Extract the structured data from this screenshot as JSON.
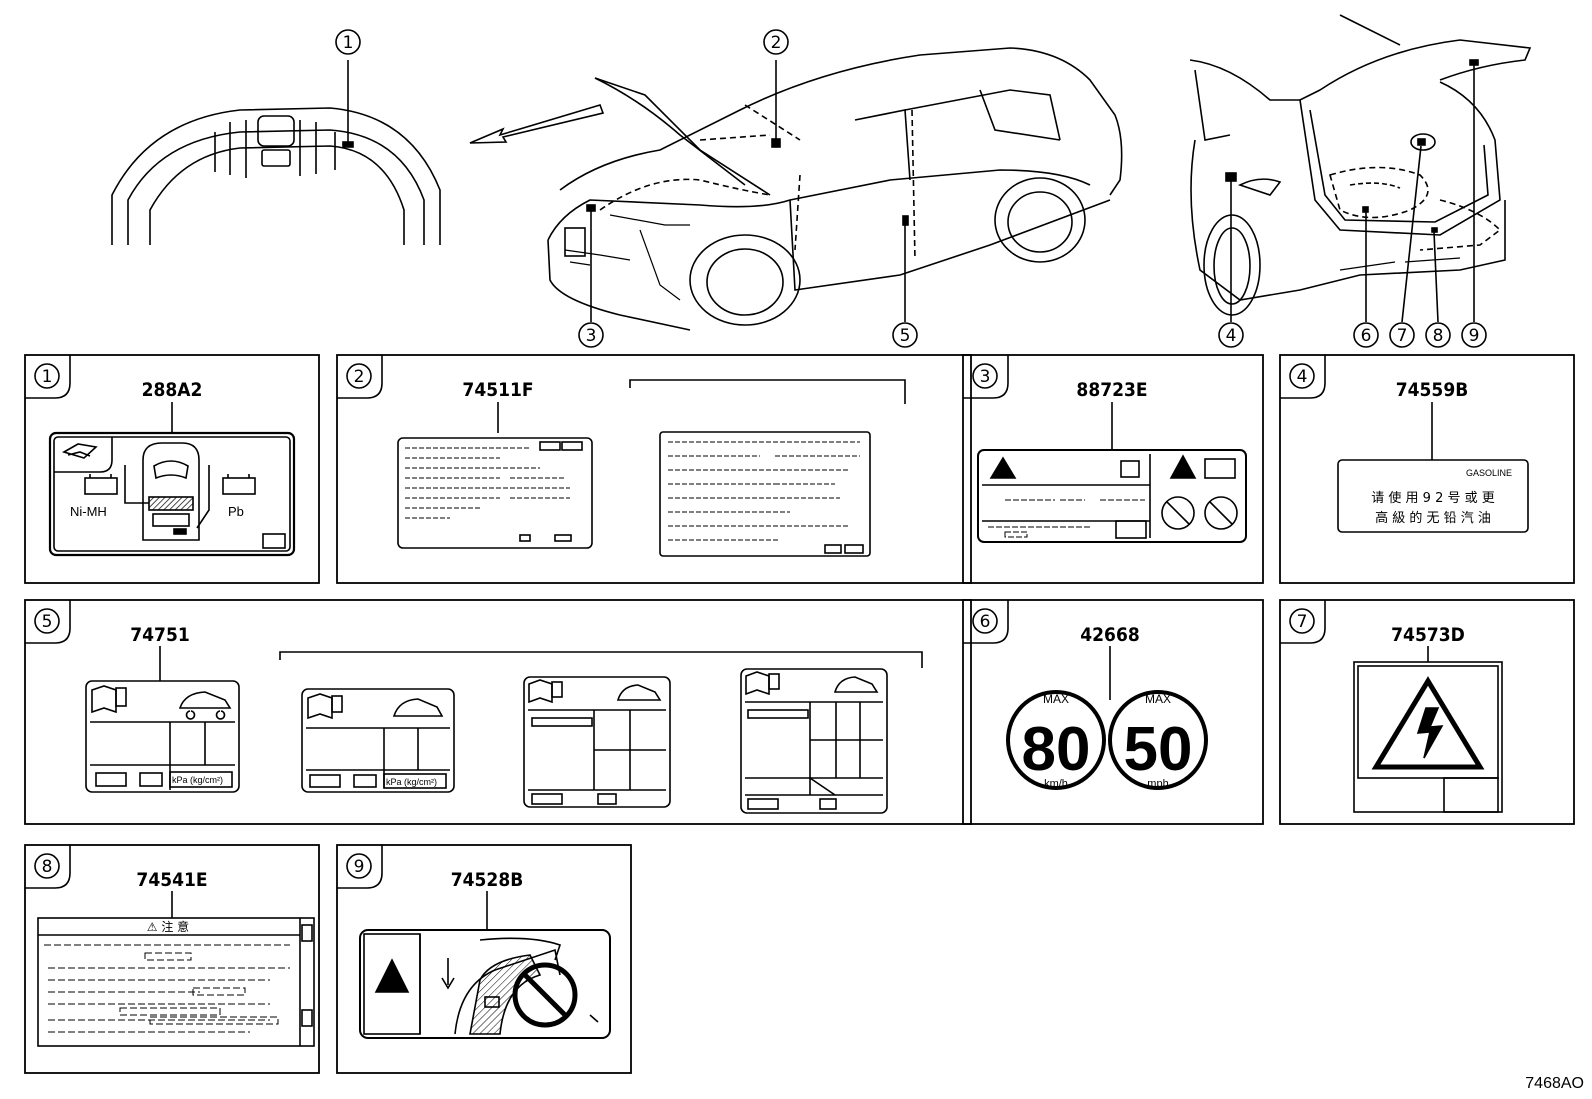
{
  "callouts": [
    "1",
    "2",
    "3",
    "4",
    "5",
    "6",
    "7",
    "8",
    "9"
  ],
  "panels": [
    {
      "num": "1",
      "part": "288A2",
      "texts": {
        "left": "Ni-MH",
        "right": "Pb"
      }
    },
    {
      "num": "2",
      "part": "74511F"
    },
    {
      "num": "3",
      "part": "88723E"
    },
    {
      "num": "4",
      "part": "74559B",
      "texts": {
        "header": "GASOLINE",
        "line1": "请 使 用  9 2 号 或 更",
        "line2": "高 級 的 无 铅 汽 油"
      }
    },
    {
      "num": "5",
      "part": "74751",
      "texts": {
        "unit": "kPa (kg/cm²)"
      }
    },
    {
      "num": "6",
      "part": "42668",
      "texts": {
        "max1": "MAX",
        "val1": "80",
        "unit1": "km/h",
        "max2": "MAX",
        "val2": "50",
        "unit2": "mph"
      }
    },
    {
      "num": "7",
      "part": "74573D"
    },
    {
      "num": "8",
      "part": "74541E",
      "texts": {
        "header": "⚠  注  意"
      }
    },
    {
      "num": "9",
      "part": "74528B"
    }
  ],
  "reference": "7468AO"
}
